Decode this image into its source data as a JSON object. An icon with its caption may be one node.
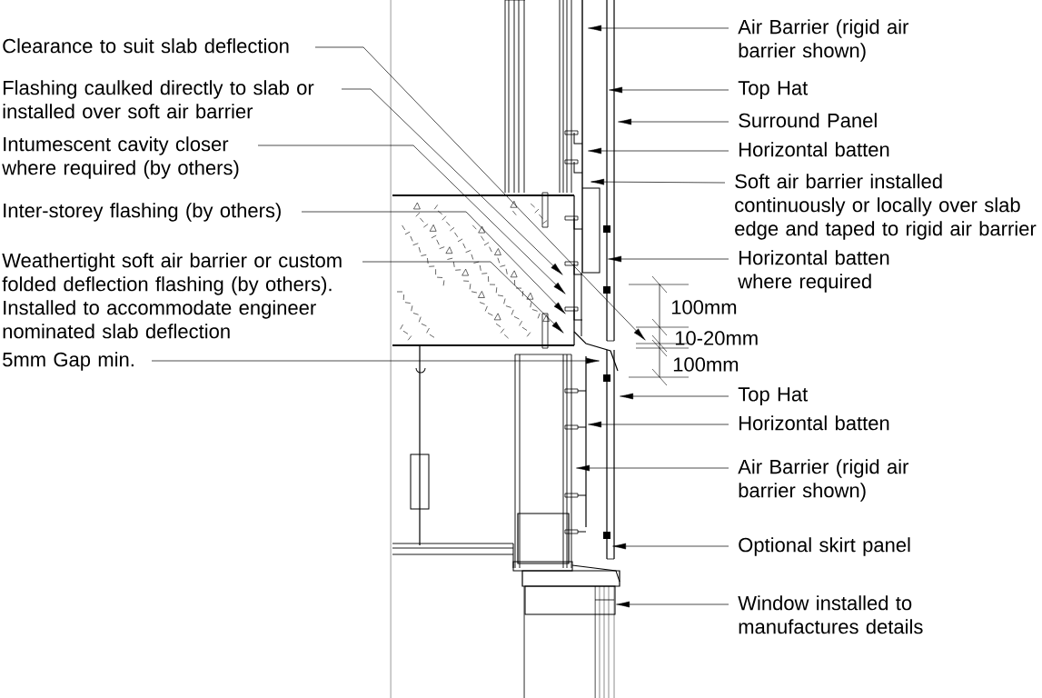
{
  "diagram": {
    "nodes": [
      {
        "text": [
          "Clearance to suit slab deflection"
        ]
      },
      {
        "text": [
          "Flashing caulked directly to slab or installed over soft air barrier"
        ]
      },
      {
        "text": [
          "Intumescent cavity closer where required (by others)"
        ]
      },
      {
        "text": [
          "Inter-storey flashing (by others)"
        ]
      },
      {
        "text": [
          "Weathertight soft air barrier or custom folded deflection flashing (by others). Installed to accommodate engineer nominated slab deflection"
        ]
      },
      {
        "text": [
          "5mm Gap min."
        ]
      },
      {
        "text": [
          "Air Barrier (rigid air barrier shown)"
        ]
      },
      {
        "text": [
          "Top Hat"
        ]
      },
      {
        "text": [
          "Surround Panel"
        ]
      },
      {
        "text": [
          "Horizontal batten"
        ]
      },
      {
        "text": [
          "Soft air barrier installed continuously or locally over slab edge and taped to rigid air barrier"
        ]
      },
      {
        "text": [
          "Horizontal batten where required"
        ]
      },
      {
        "text": [
          "Top Hat"
        ]
      },
      {
        "text": [
          "Horizontal batten"
        ]
      },
      {
        "text": [
          "Air Barrier (rigid air barrier shown)"
        ]
      },
      {
        "text": [
          "Optional skirt panel"
        ]
      },
      {
        "text": [
          "Window installed to manufactures details"
        ]
      }
    ],
    "edges": [
      {
        "from": 0,
        "to": null,
        "arrow": "to"
      },
      {
        "from": 1,
        "to": null,
        "arrow": "to"
      },
      {
        "from": 2,
        "to": null,
        "arrow": "to"
      },
      {
        "from": 3,
        "to": null,
        "arrow": "to"
      },
      {
        "from": 4,
        "to": null,
        "arrow": "to"
      },
      {
        "from": 5,
        "to": null,
        "arrow": "to"
      },
      {
        "from": 6,
        "to": null,
        "arrow": "to"
      },
      {
        "from": 7,
        "to": null,
        "arrow": "to"
      },
      {
        "from": 8,
        "to": null,
        "arrow": "to"
      },
      {
        "from": 9,
        "to": null,
        "arrow": "to"
      },
      {
        "from": 10,
        "to": null,
        "arrow": "to"
      },
      {
        "from": 11,
        "to": null,
        "arrow": "to"
      },
      {
        "from": 12,
        "to": null,
        "arrow": "to"
      },
      {
        "from": 13,
        "to": null,
        "arrow": "to"
      },
      {
        "from": 14,
        "to": null,
        "arrow": "to"
      },
      {
        "from": 15,
        "to": null,
        "arrow": "to"
      },
      {
        "from": 16,
        "to": null,
        "arrow": "to"
      }
    ],
    "labels": [
      "100mm",
      "10-20mm",
      "100mm"
    ]
  }
}
